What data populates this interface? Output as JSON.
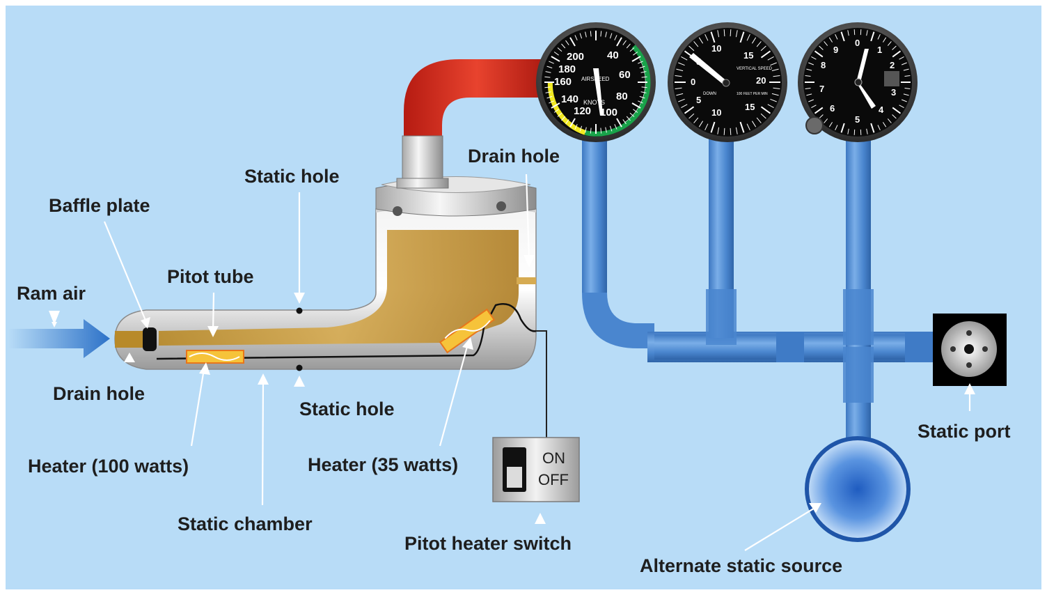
{
  "labels": {
    "ram_air": "Ram air",
    "baffle_plate": "Baffle plate",
    "pitot_tube": "Pitot tube",
    "static_hole_top": "Static hole",
    "drain_hole_front": "Drain hole",
    "drain_hole_rear": "Drain hole",
    "static_hole_bottom": "Static hole",
    "heater_100": "Heater (100 watts)",
    "heater_35": "Heater (35 watts)",
    "static_chamber": "Static chamber",
    "pitot_heater_switch": "Pitot heater switch",
    "static_port": "Static port",
    "alternate_static_source": "Alternate static source"
  },
  "switch": {
    "on": "ON",
    "off": "OFF"
  },
  "airspeed_indicator": {
    "numbers": [
      "40",
      "60",
      "80",
      "100",
      "120",
      "140",
      "160",
      "180",
      "200"
    ],
    "title": "AIRSPEED",
    "unit": "KNOTS",
    "needle_value": 100
  },
  "vsi": {
    "numbers": [
      "0",
      "5",
      "10",
      "15",
      "20",
      "15",
      "10",
      "5"
    ],
    "title": "VERTICAL SPEED",
    "sub": "100 FEET PER MIN",
    "down": "DOWN"
  },
  "altimeter": {
    "numbers": [
      "0",
      "1",
      "2",
      "3",
      "4",
      "5",
      "6",
      "7",
      "8",
      "9"
    ]
  },
  "colors": {
    "background": "#b8dcf7",
    "tube_blue": "#4a86cf",
    "pitot_line": "#d42a1e",
    "white_arc": "#ffffff",
    "green_arc": "#19a34a",
    "yellow_arc": "#f2ea22"
  }
}
